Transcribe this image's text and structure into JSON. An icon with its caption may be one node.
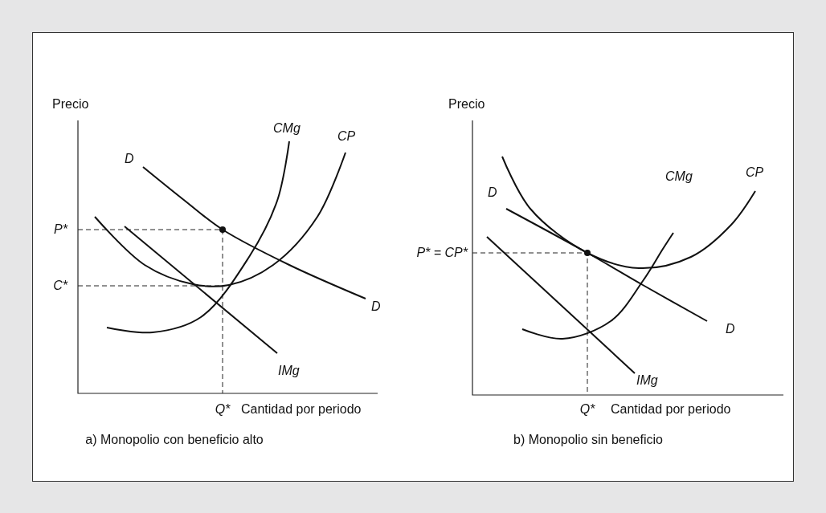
{
  "diagram": {
    "labels": [
      "Precio",
      "CMg",
      "CP",
      "D",
      "P*",
      "C*",
      "D",
      "IMg",
      "Q*",
      "Cantidad por periodo",
      "a) Monopolio con beneficio alto",
      "Precio",
      "CMg",
      "CP",
      "D",
      "P* = CP*",
      "D",
      "IMg",
      "Q*",
      "Cantidad por periodo",
      "b) Monopolio sin beneficio"
    ]
  }
}
